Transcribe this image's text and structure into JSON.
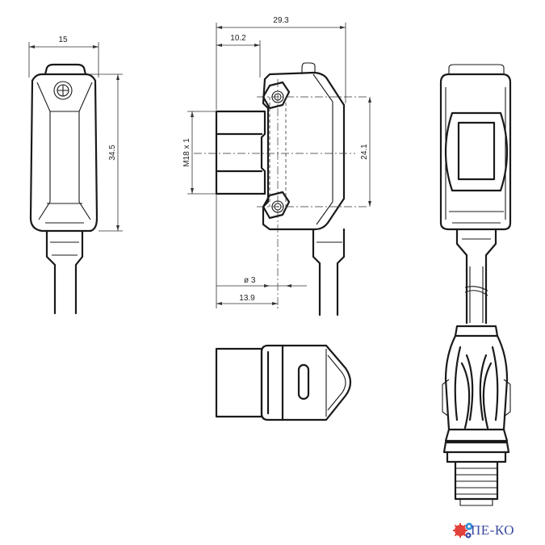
{
  "dimensions": {
    "width_15": "15",
    "length_29_3": "29.3",
    "offset_10_2": "10.2",
    "height_34_5": "34.5",
    "thread_m18": "M18 x 1",
    "height_24_1": "24.1",
    "hole_d3": "ø 3",
    "offset_13_9": "13.9"
  },
  "logo": {
    "text": "ПЕ-КО",
    "colors": [
      "#e2403a",
      "#2f8fd8",
      "#3b4aa0"
    ]
  }
}
